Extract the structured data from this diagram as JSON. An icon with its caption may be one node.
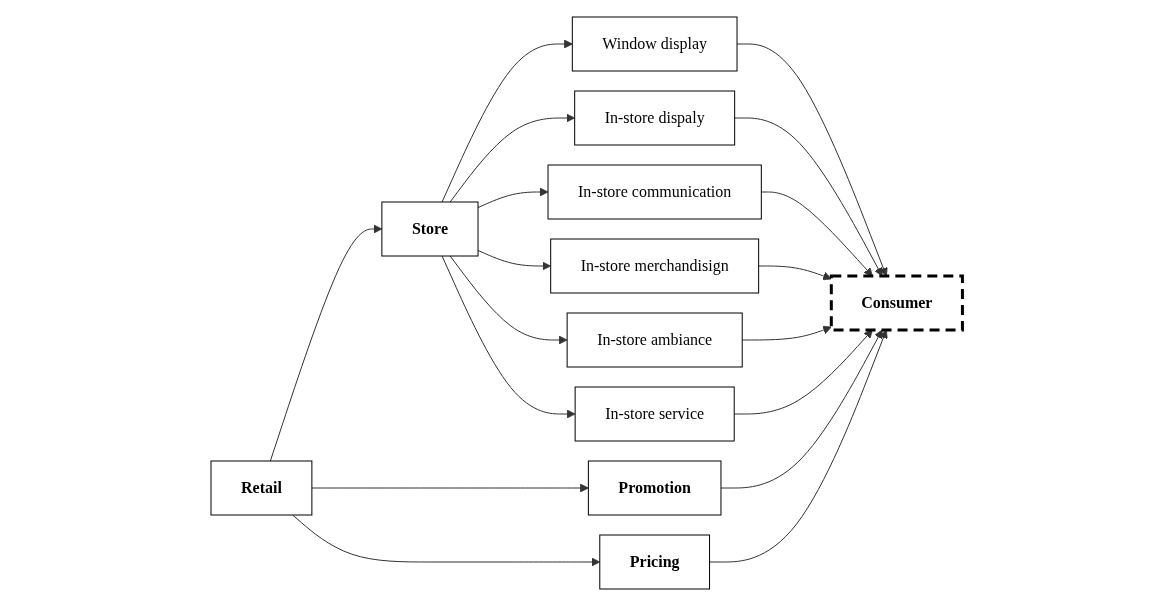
{
  "diagram": {
    "nodes": [
      {
        "text": [
          "Retail"
        ]
      },
      {
        "text": [
          "Store"
        ]
      },
      {
        "text": [
          "Promotion"
        ]
      },
      {
        "text": [
          "Pricing"
        ]
      },
      {
        "text": [
          "Window display"
        ]
      },
      {
        "text": [
          "In-store dispaly"
        ]
      },
      {
        "text": [
          "In-store communication"
        ]
      },
      {
        "text": [
          "In-store merchandisign"
        ]
      },
      {
        "text": [
          "In-store ambiance"
        ]
      },
      {
        "text": [
          "In-store service"
        ]
      },
      {
        "text": [
          "Consumer"
        ]
      }
    ],
    "edges": [
      {
        "from": 0,
        "to": 1,
        "arrow": "to"
      },
      {
        "from": 0,
        "to": 2,
        "arrow": "to"
      },
      {
        "from": 0,
        "to": 3,
        "arrow": "to"
      },
      {
        "from": 1,
        "to": 4,
        "arrow": "to"
      },
      {
        "from": 1,
        "to": 5,
        "arrow": "to"
      },
      {
        "from": 1,
        "to": 6,
        "arrow": "to"
      },
      {
        "from": 1,
        "to": 7,
        "arrow": "to"
      },
      {
        "from": 1,
        "to": 8,
        "arrow": "to"
      },
      {
        "from": 1,
        "to": 9,
        "arrow": "to"
      },
      {
        "from": 4,
        "to": 10,
        "arrow": "to"
      },
      {
        "from": 5,
        "to": 10,
        "arrow": "to"
      },
      {
        "from": 6,
        "to": 10,
        "arrow": "to"
      },
      {
        "from": 7,
        "to": 10,
        "arrow": "to"
      },
      {
        "from": 8,
        "to": 10,
        "arrow": "to"
      },
      {
        "from": 9,
        "to": 10,
        "arrow": "to"
      },
      {
        "from": 2,
        "to": 10,
        "arrow": "to"
      },
      {
        "from": 3,
        "to": 10,
        "arrow": "to"
      }
    ]
  }
}
